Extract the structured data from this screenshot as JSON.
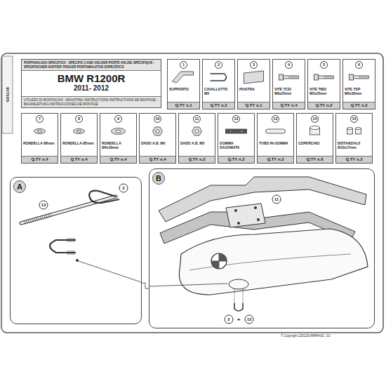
{
  "diagram": {
    "nodes": [
      {
        "text": [
          "PORTAVALIGIA SPECIFICO - SPECIFIC CASE HOLDER PORTE-VALISE SPÉCIFIQUE - SPEZIFISCHER KOFFER-TRÄGER PORTAMALETAS ESPECÍFICO",
          "BMW R1200R",
          "2011- 2012",
          "UTILIZZO DI MONTAGGIO - MOUNTING INSTRUCTIONS INSTRUCTIONS DE MONTAGE - BAUANLEITUNG INSTRUCCIONES DE MONTAJE"
        ]
      },
      {
        "text": [
          "1",
          "SUPPORTO",
          "Q.TY n.1"
        ]
      },
      {
        "text": [
          "2",
          "CAVALLOTTO M5",
          "Q.TY n.2"
        ]
      },
      {
        "text": [
          "3",
          "PIASTRA",
          "Q.TY n.1"
        ]
      },
      {
        "text": [
          "4",
          "VITE TCEI M6x25mm",
          "Q.TY n.4"
        ]
      },
      {
        "text": [
          "5",
          "VITE TBEI M5x25mm",
          "Q.TY n.2"
        ]
      },
      {
        "text": [
          "6",
          "VITE TSP M6x30mm",
          "Q.TY n.2"
        ]
      },
      {
        "text": [
          "7",
          "RONDELLA Ø6mm",
          "Q.TY n.4"
        ]
      },
      {
        "text": [
          "8",
          "RONDELLA Ø5mm",
          "Q.TY n.4"
        ]
      },
      {
        "text": [
          "9",
          "RONDELLA Ø6x18mm",
          "Q.TY n.4"
        ]
      },
      {
        "text": [
          "10",
          "DADO A.B. M6",
          "Q.TY n.4"
        ]
      },
      {
        "text": [
          "11",
          "DADO A.B. M5",
          "Q.TY n.2"
        ]
      },
      {
        "text": [
          "12",
          "GOMMA SAGOMATA",
          "Q.TY n.2"
        ]
      },
      {
        "text": [
          "13",
          "TUBO IN GOMMA",
          "Q.TY n.2"
        ]
      },
      {
        "text": [
          "14",
          "COPERCHIO",
          "Q.TY n.6"
        ]
      },
      {
        "text": [
          "15",
          "DISTANZIALE Ø10x17mm",
          "Q.TY n.2"
        ]
      },
      {
        "text": [
          "A"
        ]
      },
      {
        "text": [
          "B"
        ]
      }
    ],
    "edges": [
      {
        "from": 16,
        "to": 17,
        "arrow": "none"
      }
    ],
    "labels": [
      "SR5108",
      "13",
      "2",
      "11",
      "2",
      "+",
      "13",
      "© Copyright 22012014MR4x02, 1/2"
    ]
  }
}
